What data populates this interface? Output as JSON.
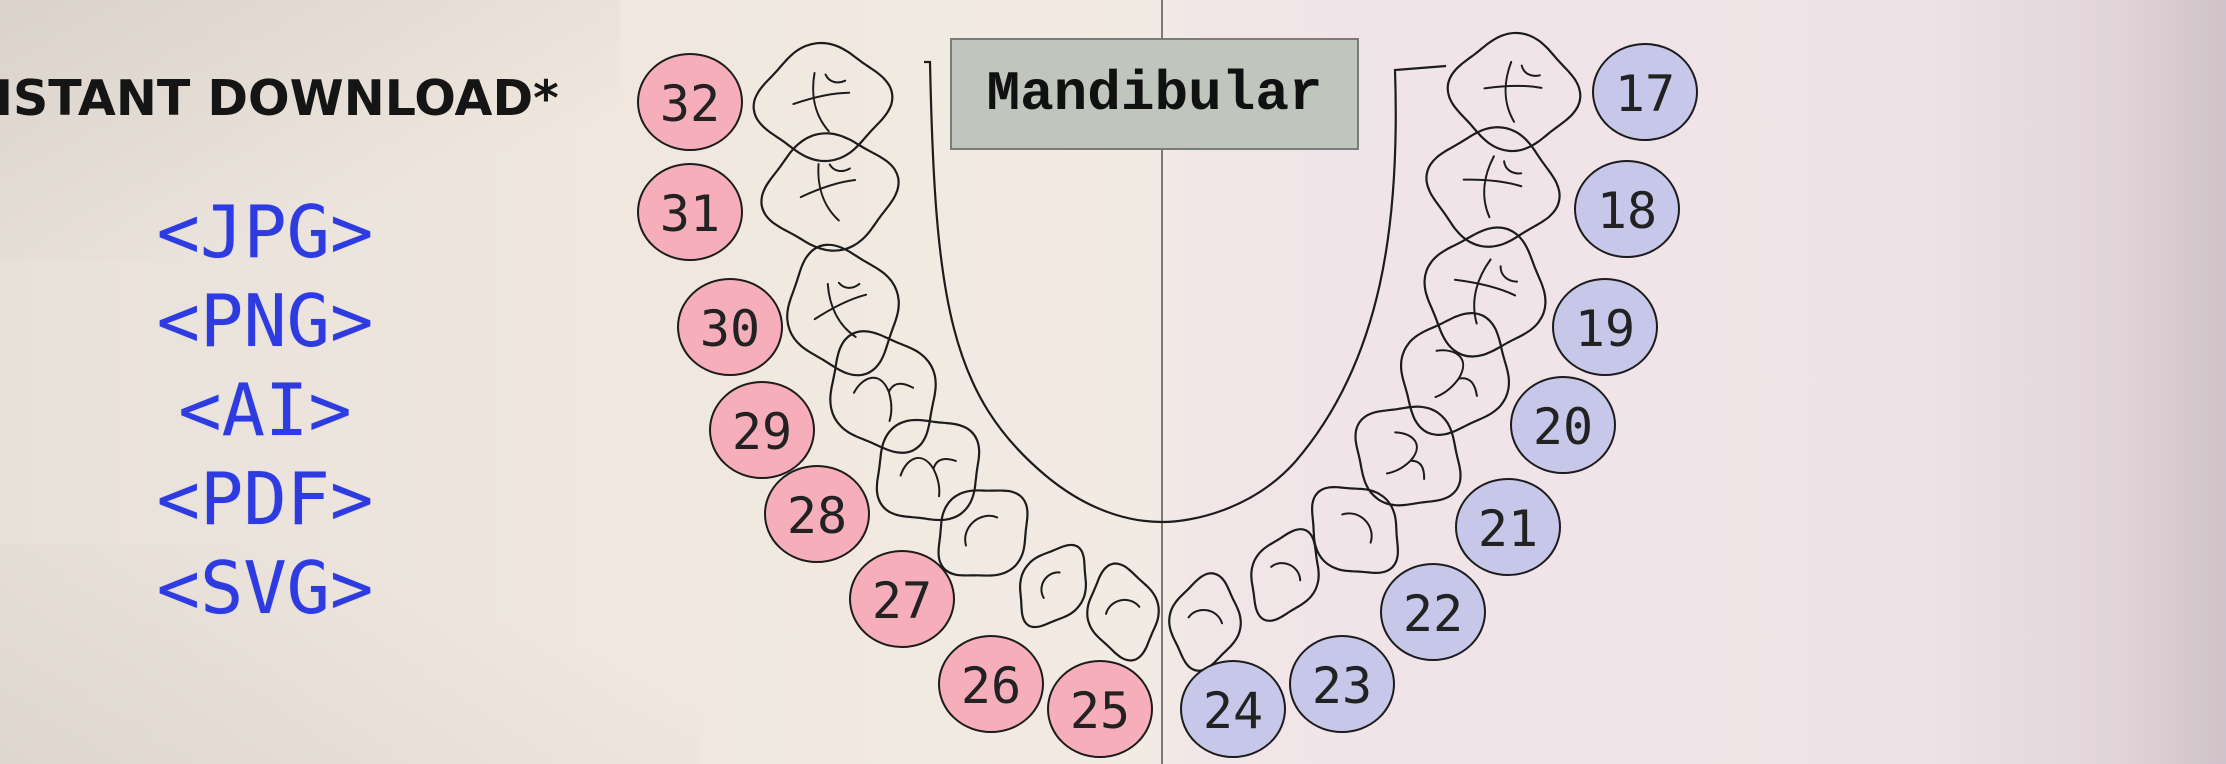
{
  "promo": {
    "headline": "NSTANT DOWNLOAD*",
    "formats": [
      "<JPG>",
      "<PNG>",
      "<AI>",
      "<PDF>",
      "<SVG>"
    ]
  },
  "arch": {
    "label": "Mandibular",
    "colors": {
      "left_badge": "#f7aebb",
      "right_badge": "#c6c7e9",
      "format_text": "#2d3be0"
    },
    "teeth": [
      {
        "number": "32",
        "type": "molar"
      },
      {
        "number": "31",
        "type": "molar"
      },
      {
        "number": "30",
        "type": "molar"
      },
      {
        "number": "29",
        "type": "premolar"
      },
      {
        "number": "28",
        "type": "premolar"
      },
      {
        "number": "27",
        "type": "canine"
      },
      {
        "number": "26",
        "type": "incisor"
      },
      {
        "number": "25",
        "type": "incisor"
      },
      {
        "number": "24",
        "type": "incisor"
      },
      {
        "number": "23",
        "type": "incisor"
      },
      {
        "number": "22",
        "type": "canine"
      },
      {
        "number": "21",
        "type": "premolar"
      },
      {
        "number": "20",
        "type": "premolar"
      },
      {
        "number": "19",
        "type": "molar"
      },
      {
        "number": "18",
        "type": "molar"
      },
      {
        "number": "17",
        "type": "molar"
      }
    ]
  }
}
